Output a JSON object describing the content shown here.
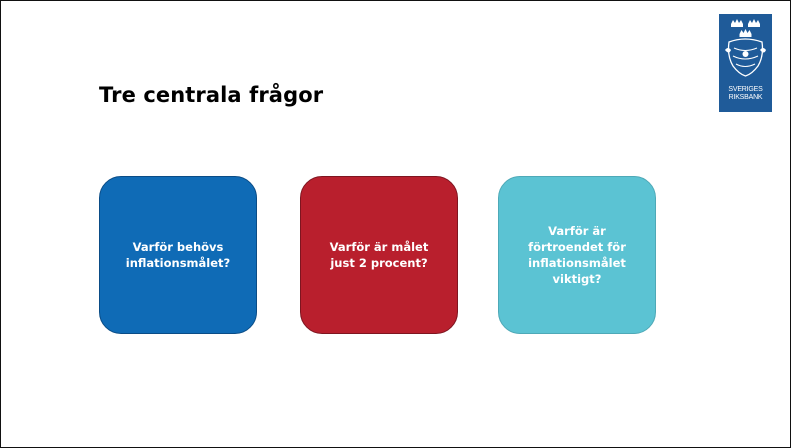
{
  "slide": {
    "title": "Tre centrala frågor"
  },
  "logo": {
    "line1": "SVERIGES",
    "line2": "RIKSBANK",
    "color": "#1f5b99"
  },
  "questions": [
    {
      "text": "Varför behövs inflationsmålet?",
      "color": "#0f6bb6"
    },
    {
      "text": "Varför är målet just 2 procent?",
      "color": "#b91f2d"
    },
    {
      "text": "Varför är förtroendet för inflationsmålet viktigt?",
      "color": "#5bc3d3"
    }
  ]
}
